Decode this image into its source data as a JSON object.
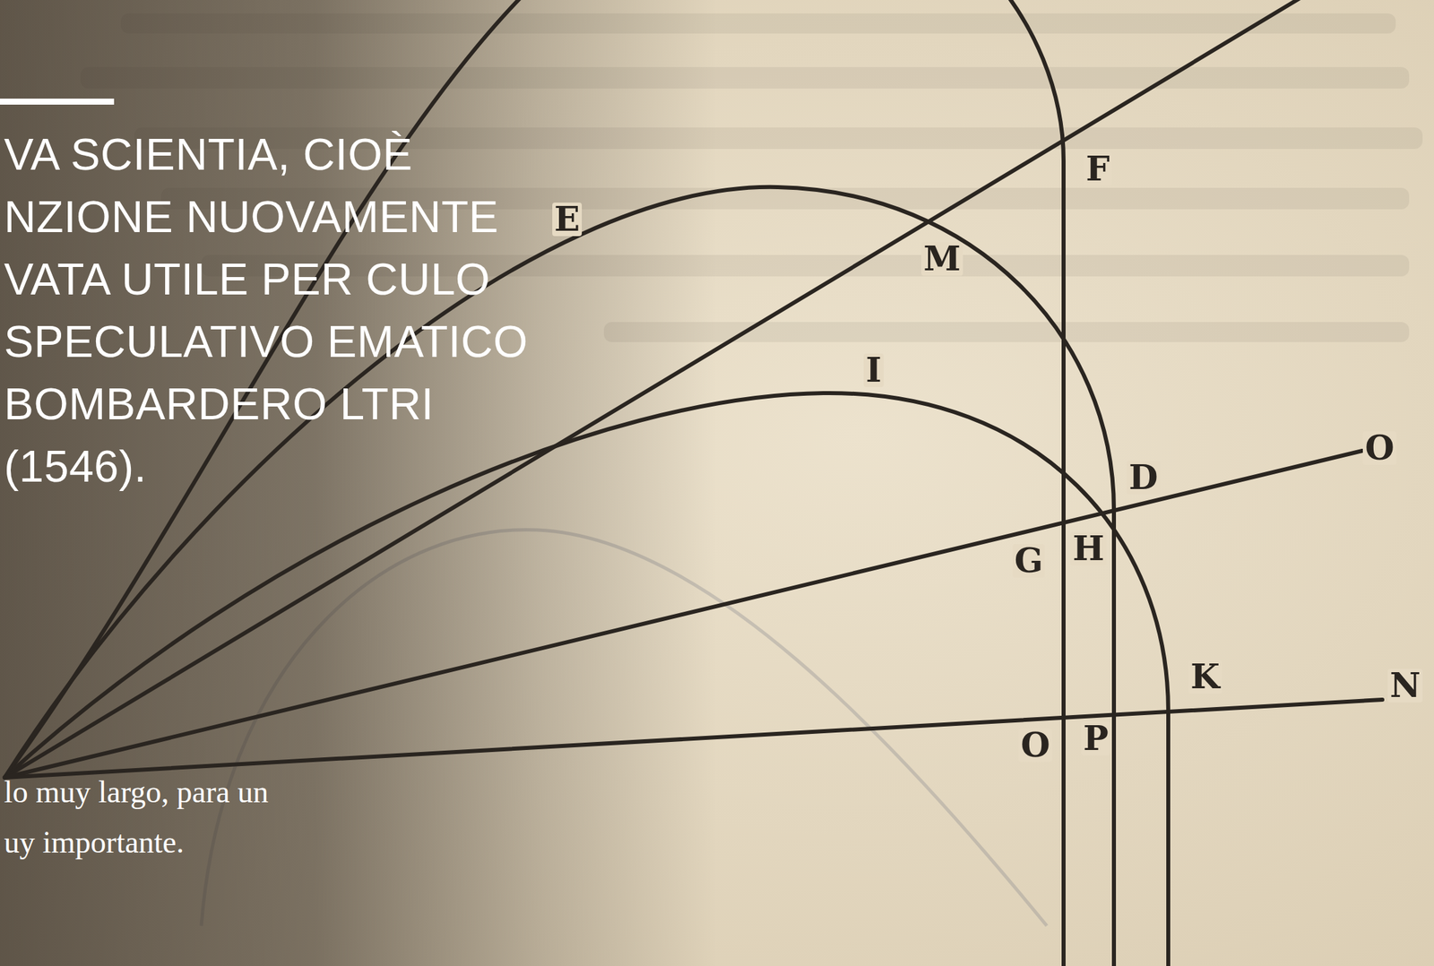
{
  "diagram": {
    "title": "VA SCIENTIA, CIOÈ NZIONE NUOVAMENTE VATA UTILE PER CULO SPECULATIVO EMATICO BOMBARDERO LTRI (1546).",
    "labels": [
      "E",
      "F",
      "M",
      "I",
      "D",
      "O",
      "G",
      "H",
      "K",
      "N",
      "O",
      "P",
      "lo muy largo, para un uy importante."
    ]
  }
}
